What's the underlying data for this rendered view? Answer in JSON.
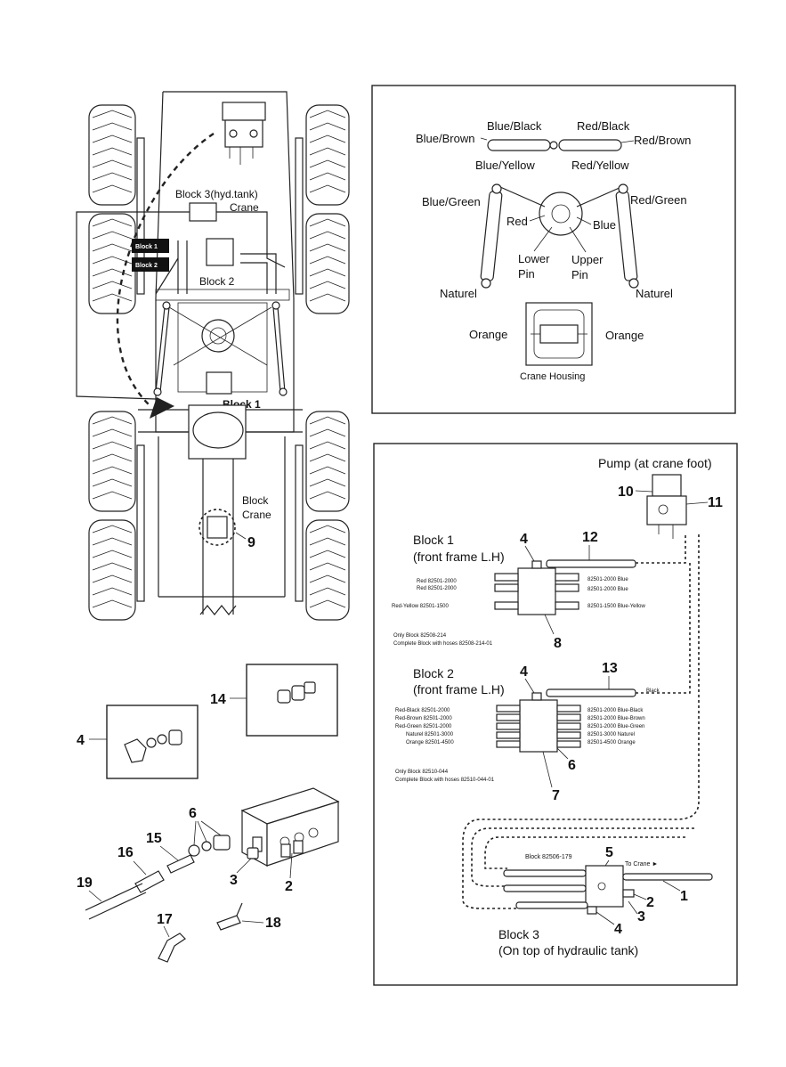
{
  "chassis": {
    "block3_label": "Block 3(hyd.tank)",
    "crane_label": "Crane",
    "tag_block1": "Block 1",
    "tag_block2": "Block 2",
    "block2_label": "Block 2",
    "block1_label": "Block 1",
    "block_crane_line1": "Block",
    "block_crane_line2": "Crane",
    "callout_9": "9"
  },
  "color_map": {
    "blue_black": "Blue/Black",
    "red_black": "Red/Black",
    "blue_brown": "Blue/Brown",
    "red_brown": "Red/Brown",
    "blue_yellow": "Blue/Yellow",
    "red_yellow": "Red/Yellow",
    "blue_green": "Blue/Green",
    "red_green": "Red/Green",
    "red": "Red",
    "blue": "Blue",
    "lower_pin_1": "Lower",
    "lower_pin_2": "Pin",
    "upper_pin_1": "Upper",
    "upper_pin_2": "Pin",
    "naturel_left": "Naturel",
    "naturel_right": "Naturel",
    "orange_left": "Orange",
    "orange_right": "Orange",
    "crane_housing": "Crane Housing"
  },
  "hydraulic": {
    "pump_title": "Pump (at crane foot)",
    "block1_title_1": "Block 1",
    "block1_title_2": "(front frame L.H)",
    "block1_left": [
      "Red 82501-2000",
      "Red 82501-2000",
      "Red-Yellow 82501-1500"
    ],
    "block1_right": [
      "82501-2000 Blue",
      "82501-2000 Blue",
      "82501-1500 Blue-Yellow"
    ],
    "block1_only": "Only Block 82508-214",
    "block1_complete": "Complete Block with hoses 82508-214-01",
    "block2_title_1": "Block 2",
    "block2_title_2": "(front frame L.H)",
    "block2_left": [
      "Red-Black 82501-2000",
      "Red-Brown 82501-2000",
      "Red-Green 82501-2000",
      "Naturel 82501-3000",
      "Orange 82501-4500"
    ],
    "block2_right": [
      "82501-2000 Blue-Black",
      "82501-2000 Blue-Brown",
      "82501-2000 Blue-Green",
      "82501-3000 Naturel",
      "82501-4500 Orange"
    ],
    "block2_black": "Black",
    "block2_only": "Only Block 82510-044",
    "block2_complete": "Complete Block with hoses 82510-044-01",
    "block3_part": "Block 82506-179",
    "to_crane": "To Crane ►",
    "block3_title_1": "Block 3",
    "block3_title_2": "(On top of hydraulic tank)",
    "callouts": {
      "c10": "10",
      "c11": "11",
      "c12": "12",
      "c4a": "4",
      "c8": "8",
      "c13": "13",
      "c4b": "4",
      "c6": "6",
      "c7": "7",
      "c5": "5",
      "c1": "1",
      "c2": "2",
      "c3": "3",
      "c4c": "4"
    }
  },
  "parts": {
    "c14": "14",
    "c4": "4",
    "c6": "6",
    "c15": "15",
    "c16": "16",
    "c19": "19",
    "c3": "3",
    "c2": "2",
    "c17": "17",
    "c18": "18"
  }
}
